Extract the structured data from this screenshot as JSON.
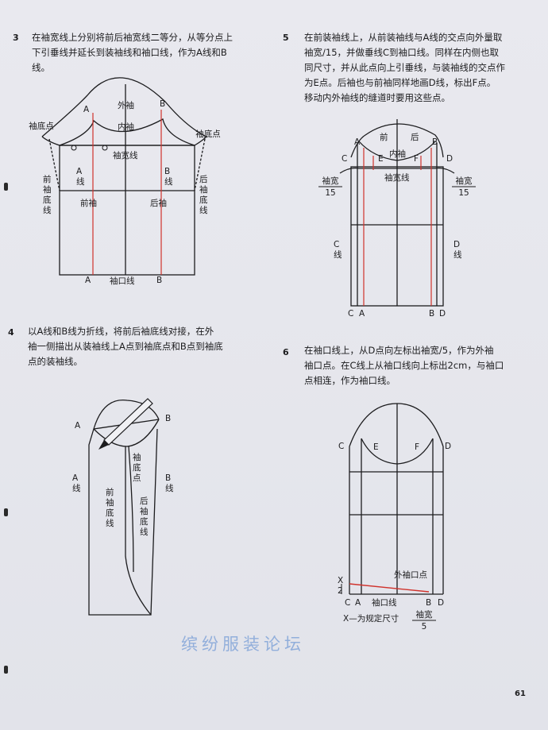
{
  "page_number": "61",
  "watermark": "缤纷服装论坛",
  "steps": {
    "s3": {
      "num": "3",
      "lines": [
        "在袖宽线上分别将前后袖宽线二等分，从等分点上",
        "下引垂线并延长到装袖线和袖口线，作为A线和B",
        "线。"
      ]
    },
    "s4": {
      "num": "4",
      "lines": [
        "以A线和B线为折线，将前后袖底线对接，在外",
        "袖一侧描出从装袖线上A点到袖底点和B点到袖底",
        "点的装袖线。"
      ]
    },
    "s5": {
      "num": "5",
      "lines": [
        "在前装袖线上，从前装袖线与A线的交点向外量取",
        "袖宽/15，并做垂线C到袖口线。同样在内侧也取",
        "同尺寸，并从此点向上引垂线，与装袖线的交点作",
        "为E点。后袖也与前袖同样地画D线，标出F点。",
        "移动内外袖线的缝道时要用这些点。"
      ]
    },
    "s6": {
      "num": "6",
      "lines": [
        "在袖口线上，从D点向左标出袖宽/5，作为外袖",
        "袖口点。在C线上从袖口线向上标出2cm，与袖口",
        "点相连，作为袖口线。"
      ]
    }
  },
  "diagram3": {
    "a_top": "A",
    "b_top": "B",
    "outer_sleeve": "外袖",
    "inner_sleeve": "内袖",
    "sleeve_bottom_left": "袖底点",
    "sleeve_bottom_right": "袖底点",
    "sleeve_width_line": "袖宽线",
    "a_line": "A线",
    "b_line": "B线",
    "front_underseam": "前袖底线",
    "back_underseam": "后袖底线",
    "front_sleeve": "前袖",
    "back_sleeve": "后袖",
    "hem_line": "袖口线",
    "a_bottom": "A",
    "b_bottom": "B"
  },
  "diagram4": {
    "a_label": "A",
    "b_label": "B",
    "sleeve_bottom_point": "袖底点",
    "a_line": "A线",
    "b_line": "B线",
    "front_underseam": "前袖底线",
    "back_underseam": "后袖底线"
  },
  "diagram5": {
    "front": "前",
    "back": "后",
    "inner": "内袖",
    "c": "C",
    "a": "A",
    "e": "E",
    "f": "F",
    "b": "B",
    "d": "D",
    "sleeve_width": "袖宽线",
    "frac_left_top": "袖宽",
    "frac_left_bottom": "15",
    "frac_right_top": "袖宽",
    "frac_right_bottom": "15",
    "c_line": "C线",
    "d_line": "D线",
    "bot_c": "C",
    "bot_a": "A",
    "bot_b": "B",
    "bot_d": "D"
  },
  "diagram6": {
    "c": "C",
    "e": "E",
    "f": "F",
    "d": "D",
    "outer_hem_point": "外袖口点",
    "x_label": "X",
    "x_denominator": "2",
    "bot_c": "C",
    "bot_a": "A",
    "bot_b": "B",
    "bot_d": "D",
    "hem_line": "袖口线",
    "frac_top": "袖宽",
    "frac_bottom": "5",
    "note": "X—为规定尺寸"
  },
  "colors": {
    "ink": "#1c1c1e",
    "red": "#d0322c",
    "paper": "#e7e8ee",
    "watermark": "#7fa2d8"
  }
}
